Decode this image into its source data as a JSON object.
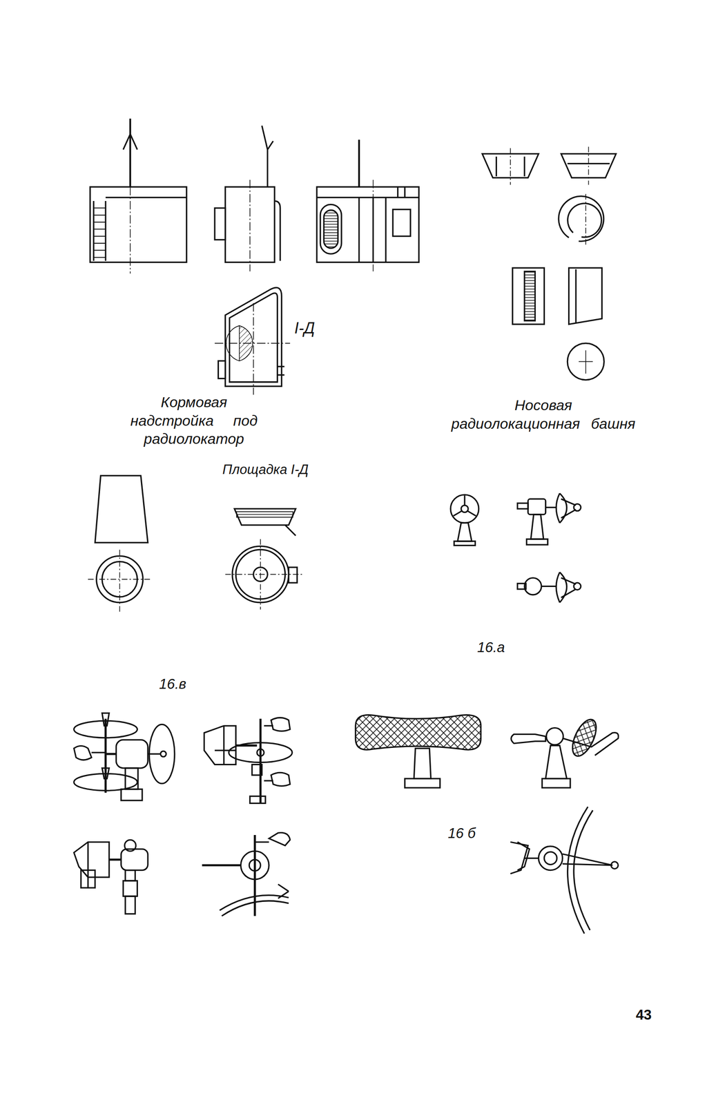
{
  "diagram": {
    "labels": [
      "І-Д",
      "Кормовая надстройка под радиолокатор",
      "Носовая радиолокационная башня",
      "Площадка І-Д",
      "16.а",
      "16.в",
      "16 б",
      "43"
    ]
  }
}
